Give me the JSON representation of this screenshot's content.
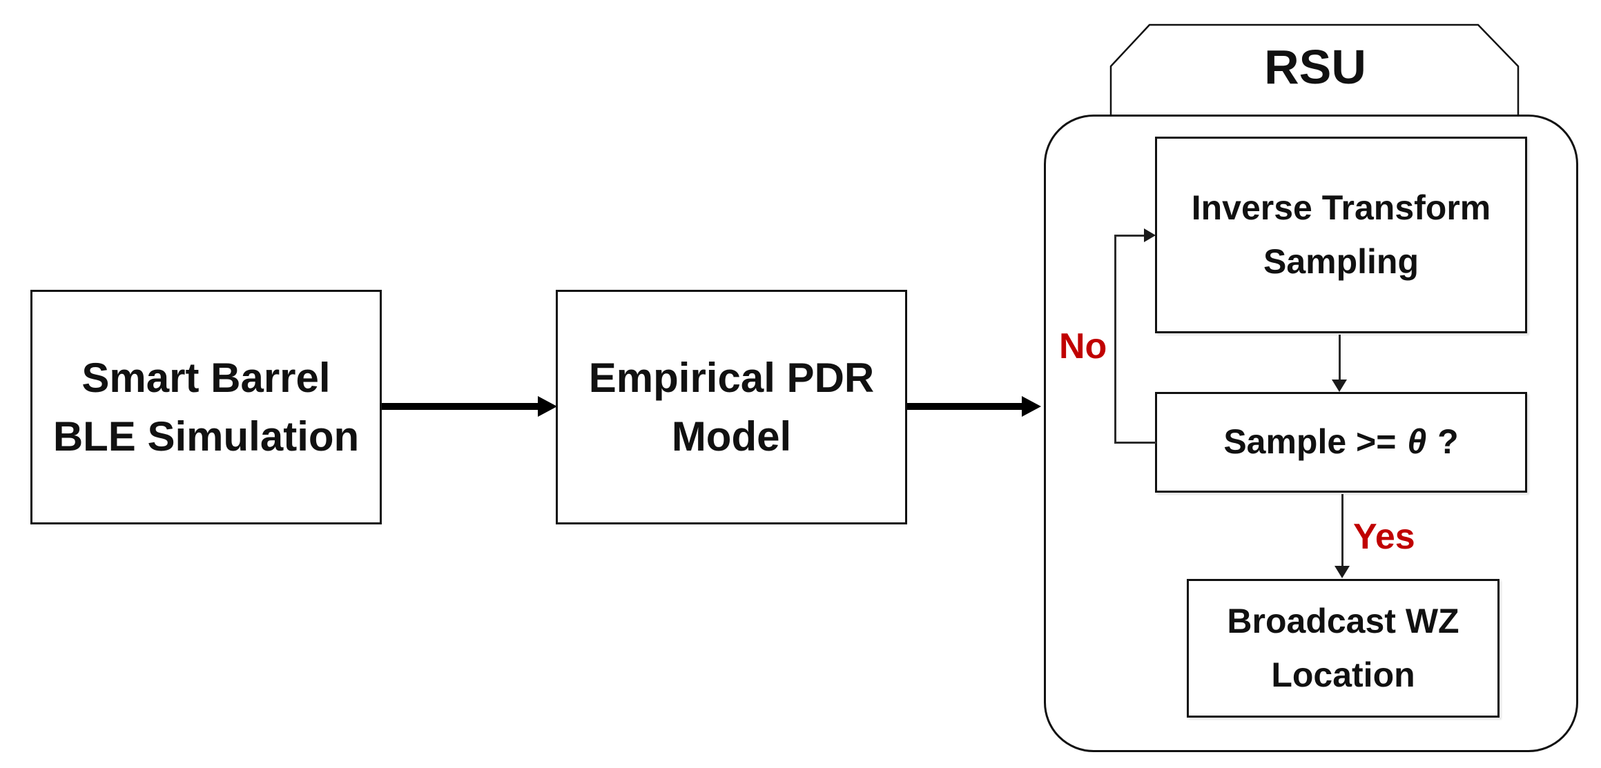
{
  "diagram": {
    "title_note": "Flowchart: Smart Barrel BLE simulation feeding an empirical PDR model and RSU sampling loop",
    "colors": {
      "background": "#ffffff",
      "box_border": "#111111",
      "text": "#111111",
      "arrow": "#000000",
      "edge_label_red": "#c00000"
    },
    "nodes": {
      "smart_barrel": {
        "lines": [
          "Smart Barrel",
          "BLE Simulation"
        ]
      },
      "empirical_pdr": {
        "lines": [
          "Empirical PDR",
          "Model"
        ]
      },
      "rsu": {
        "label": "RSU"
      },
      "inverse_transform": {
        "lines": [
          "Inverse Transform",
          "Sampling"
        ]
      },
      "sample_check": {
        "prefix": "Sample >= ",
        "theta": "θ",
        "suffix": " ?"
      },
      "broadcast": {
        "lines": [
          "Broadcast WZ",
          "Location"
        ]
      }
    },
    "edges": {
      "no_label": "No",
      "yes_label": "Yes"
    }
  }
}
